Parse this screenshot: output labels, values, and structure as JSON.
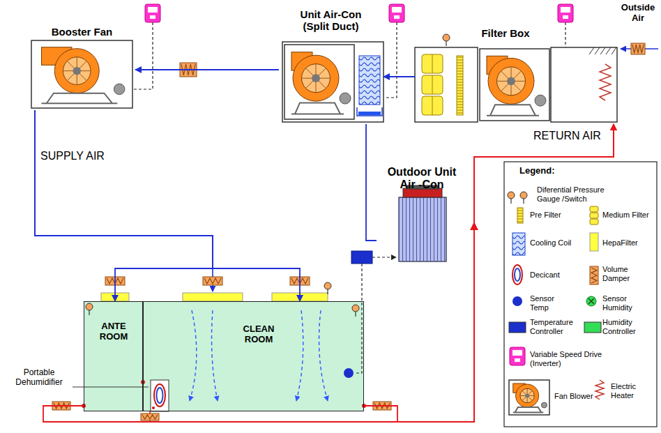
{
  "diagram": {
    "nodes": [
      {
        "text": [
          "Booster Fan"
        ]
      },
      {
        "text": [
          "Unit Air-Con (Split Duct)"
        ]
      },
      {
        "text": [
          "Filter Box"
        ]
      },
      {
        "text": [
          "Outdoor Unit Air -Con"
        ]
      },
      {
        "text": [
          "ANTE ROOM"
        ]
      },
      {
        "text": [
          "CLEAN ROOM"
        ]
      }
    ],
    "edges": [
      {
        "from": 2,
        "to": 1,
        "arrow": "to"
      },
      {
        "from": 1,
        "to": 0,
        "arrow": "to"
      },
      {
        "from": 0,
        "to": 4,
        "arrow": "to"
      },
      {
        "from": 0,
        "to": 5,
        "arrow": "to"
      },
      {
        "from": 1,
        "to": 3,
        "arrow": "none"
      },
      {
        "from": 5,
        "to": 2,
        "arrow": "to"
      },
      {
        "from": 4,
        "to": 2,
        "arrow": "to"
      }
    ],
    "labels": [
      "Outside Air",
      "RETURN AIR",
      "SUPPLY AIR",
      "Portable Dehumidifier",
      "Legend:"
    ],
    "legend": [
      {
        "text": "Diferential Pressure Gauge /Switch"
      },
      {
        "text": "Pre Filter"
      },
      {
        "text": "Medium Filter"
      },
      {
        "text": "Cooling Coil"
      },
      {
        "text": "HepaFilter"
      },
      {
        "text": "Decicant"
      },
      {
        "text": "Volume Damper"
      },
      {
        "text": "Sensor Temp"
      },
      {
        "text": "Sensor Humidity"
      },
      {
        "text": "Temperature Controller",
        "color": "#1a2fcc"
      },
      {
        "text": "Humidity Controller",
        "color": "#33dd55"
      },
      {
        "text": "Variable Speed Drive (Inverter)"
      },
      {
        "text": "Fan Blower"
      },
      {
        "text": "Electric Heater"
      }
    ]
  }
}
